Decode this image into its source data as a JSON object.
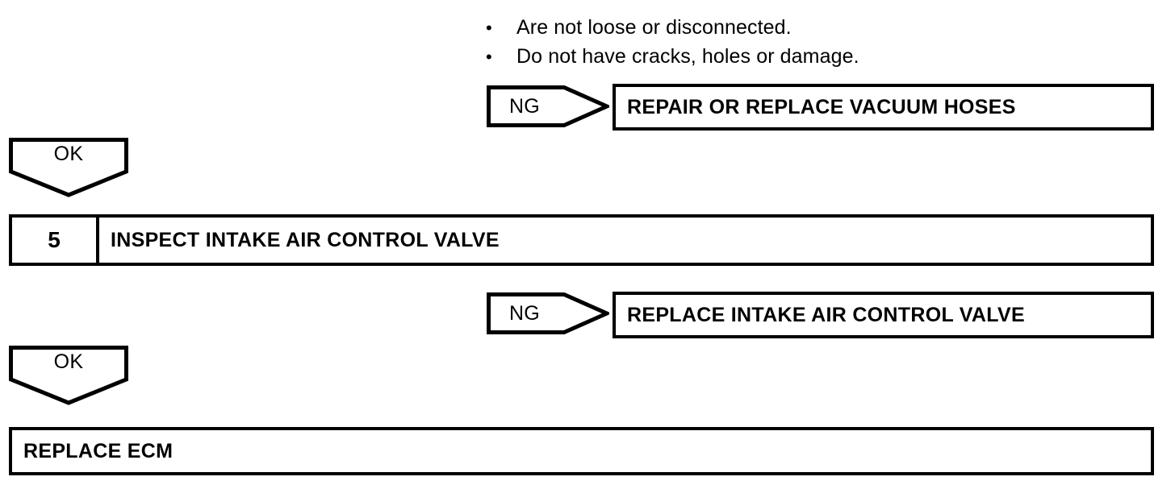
{
  "document": {
    "type": "diagnostic-flowchart",
    "colors": {
      "background": "#ffffff",
      "ink": "#000000"
    }
  },
  "conditions": {
    "bullet_glyph": "•",
    "items": [
      "Are not loose or disconnected.",
      "Do not have cracks, holes or damage."
    ]
  },
  "branches": [
    {
      "connector_label": "NG",
      "action": "REPAIR OR REPLACE VACUUM HOSES"
    },
    {
      "connector_label": "NG",
      "action": "REPLACE INTAKE AIR CONTROL VALVE"
    }
  ],
  "ok_connectors": [
    {
      "label": "OK"
    },
    {
      "label": "OK"
    }
  ],
  "step": {
    "number": "5",
    "title": "INSPECT INTAKE AIR CONTROL VALVE"
  },
  "final": {
    "action": "REPLACE ECM"
  }
}
